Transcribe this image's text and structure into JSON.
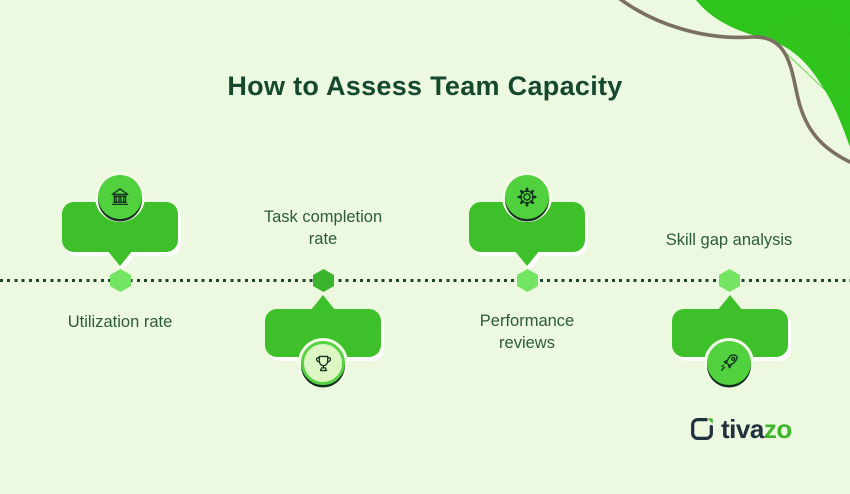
{
  "title": "How to Assess Team Capacity",
  "milestones": [
    {
      "label": "Utilization rate",
      "icon": "bank-icon",
      "bubble_position": "above-line",
      "marker_color": "light"
    },
    {
      "label": "Task completion rate",
      "icon": "trophy-icon",
      "bubble_position": "below-line",
      "marker_color": "dark"
    },
    {
      "label": "Performance reviews",
      "icon": "gear-icon",
      "bubble_position": "above-line",
      "marker_color": "light"
    },
    {
      "label": "Skill gap analysis",
      "icon": "rocket-icon",
      "bubble_position": "below-line",
      "marker_color": "light"
    }
  ],
  "logo": {
    "text_prefix": "tiva",
    "text_suffix": "zo"
  },
  "colors": {
    "background": "#edf8e1",
    "bubble_green": "#3ec02a",
    "circle_green": "#52d13e",
    "circle_pale": "#def6c4",
    "circle_ring": "#56d244",
    "marker_light": "#74e562",
    "marker_dark": "#3bb32c",
    "title_text": "#15492e",
    "label_text": "#2a5c3b",
    "line_dots": "#1d4430",
    "icon_stroke": "#14351f",
    "halo": "#f3fbe8",
    "dark_ring": "#12301c",
    "logo_dark": "#22313f",
    "logo_green": "#3eb62a",
    "decor_blob": "#2ec41c",
    "decor_curve": "#7b705f"
  }
}
